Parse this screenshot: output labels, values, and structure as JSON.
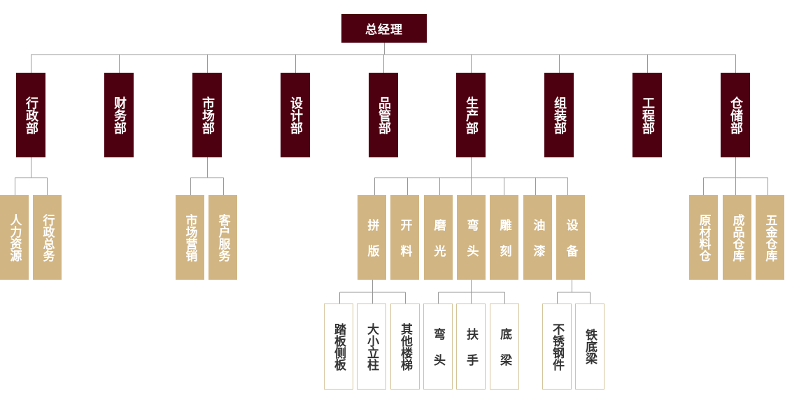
{
  "root": {
    "label": "总经理"
  },
  "departments": [
    {
      "label": "行政部",
      "subs": [
        {
          "label": "人力资源"
        },
        {
          "label": "行政总务"
        }
      ]
    },
    {
      "label": "财务部",
      "subs": []
    },
    {
      "label": "市场部",
      "subs": [
        {
          "label": "市场营销"
        },
        {
          "label": "客户服务"
        }
      ]
    },
    {
      "label": "设计部",
      "subs": []
    },
    {
      "label": "品管部",
      "subs": []
    },
    {
      "label": "生产部",
      "subs": [
        {
          "label": "拼版",
          "children": [
            {
              "label": "踏板侧板"
            },
            {
              "label": "大小立柱"
            },
            {
              "label": "其他楼梯"
            }
          ]
        },
        {
          "label": "开料",
          "children": []
        },
        {
          "label": "磨光",
          "children": []
        },
        {
          "label": "弯头",
          "children": [
            {
              "label": "弯头"
            },
            {
              "label": "扶手"
            },
            {
              "label": "底梁"
            }
          ]
        },
        {
          "label": "雕刻",
          "children": []
        },
        {
          "label": "油漆",
          "children": []
        },
        {
          "label": "设备",
          "children": [
            {
              "label": "不锈钢件"
            },
            {
              "label": "铁底梁"
            }
          ]
        }
      ]
    },
    {
      "label": "组装部",
      "subs": []
    },
    {
      "label": "工程部",
      "subs": []
    },
    {
      "label": "仓储部",
      "subs": [
        {
          "label": "原材料仓"
        },
        {
          "label": "成品仓库"
        },
        {
          "label": "五金仓库"
        }
      ]
    }
  ],
  "colors": {
    "dark": "#4d0010",
    "tan": "#d1b583",
    "line": "#999999",
    "leaf_border": "#d5c49a"
  }
}
